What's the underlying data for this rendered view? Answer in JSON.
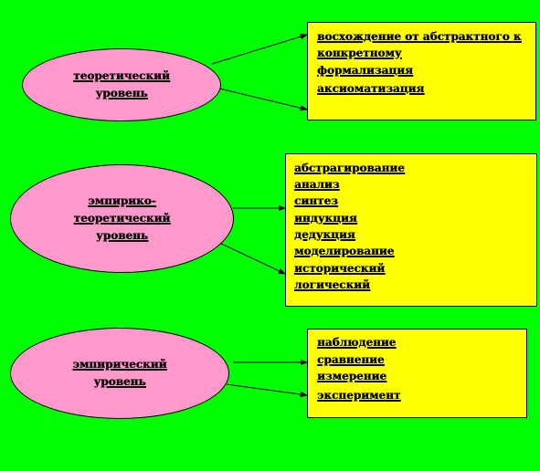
{
  "colors": {
    "background": "#00ff00",
    "ellipse_fill": "#ff99cc",
    "box_fill": "#ffff00",
    "stroke": "#000000"
  },
  "levels": [
    {
      "label_lines": [
        "теоретический",
        "уровень"
      ],
      "methods": [
        "восхождение от абстрактного  к",
        "конкретному",
        "формализация",
        "аксиоматизация"
      ]
    },
    {
      "label_lines": [
        "эмпирико-",
        "теоретический",
        "уровень"
      ],
      "methods": [
        "абстрагирование",
        "анализ",
        "синтез",
        "индукция",
        "дедукция",
        "моделирование",
        "исторический",
        "логический"
      ]
    },
    {
      "label_lines": [
        "эмпирический",
        "уровень"
      ],
      "methods": [
        "наблюдение",
        "сравнение",
        "измерение",
        "эксперимент"
      ]
    }
  ]
}
